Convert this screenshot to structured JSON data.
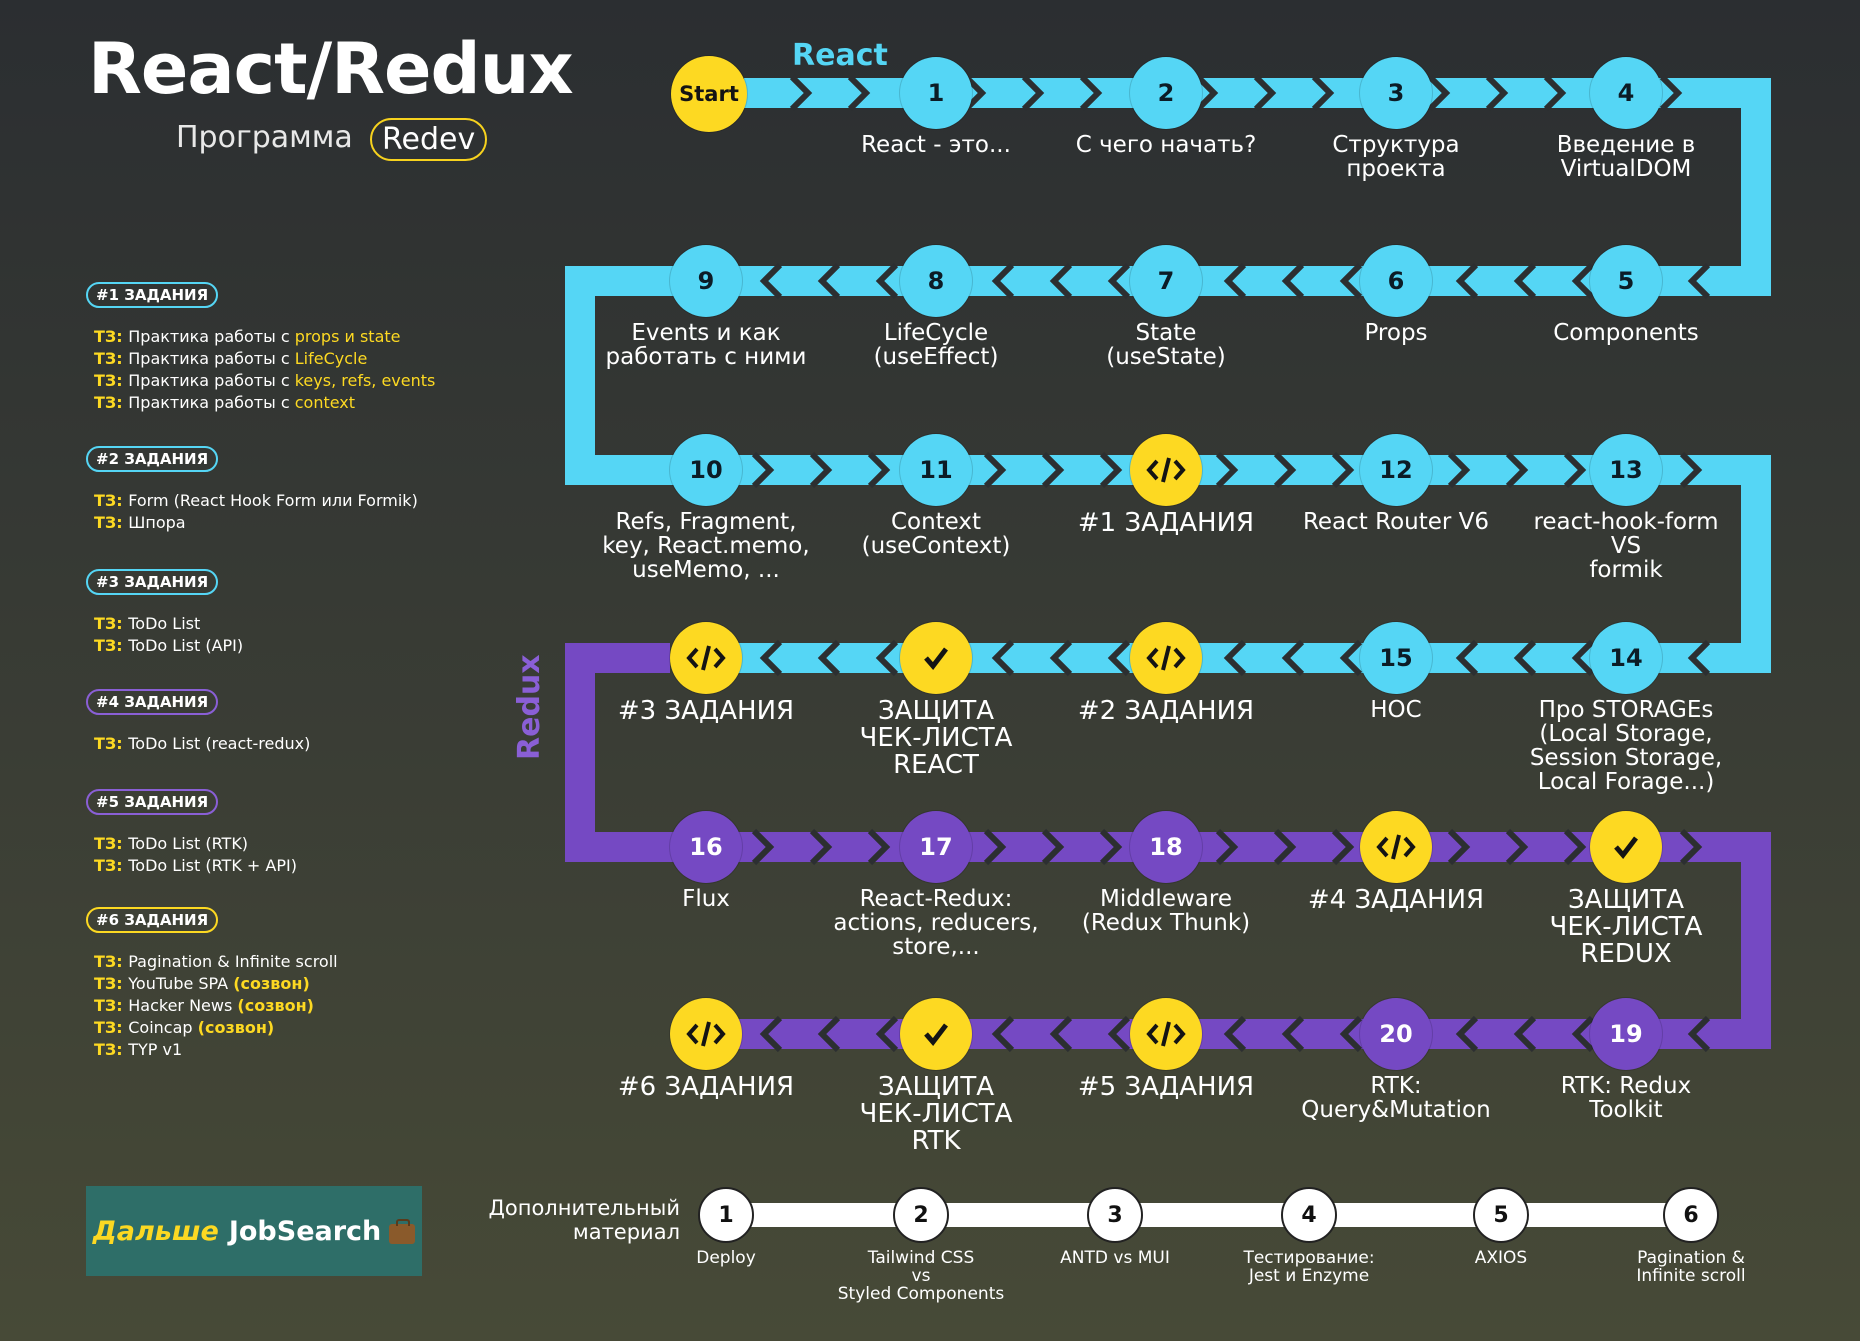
{
  "header": {
    "title": "React/Redux",
    "subtitle": "Программа",
    "brand": "Redev"
  },
  "sections": {
    "react_label": "React",
    "redux_label": "Redux"
  },
  "colors": {
    "react": "#55d6f5",
    "redux": "#7549c3",
    "accent": "#fdd922",
    "background": "#2e3133"
  },
  "start_label": "Start",
  "nodes": [
    {
      "id": "1",
      "label": "React - это...",
      "color": "cyan"
    },
    {
      "id": "2",
      "label": "С чего начать?",
      "color": "cyan"
    },
    {
      "id": "3",
      "label": "Структура\nпроекта",
      "color": "cyan"
    },
    {
      "id": "4",
      "label": "Введение в\nVirtualDOM",
      "color": "cyan"
    },
    {
      "id": "5",
      "label": "Components",
      "color": "cyan"
    },
    {
      "id": "6",
      "label": "Props",
      "color": "cyan"
    },
    {
      "id": "7",
      "label": "State\n(useState)",
      "color": "cyan"
    },
    {
      "id": "8",
      "label": "LifeCycle\n(useEffect)",
      "color": "cyan"
    },
    {
      "id": "9",
      "label": "Events и как\nработать с ними",
      "color": "cyan"
    },
    {
      "id": "10",
      "label": "Refs, Fragment,\nkey, React.memo,\nuseMemo, ...",
      "color": "cyan"
    },
    {
      "id": "11",
      "label": "Context\n(useContext)",
      "color": "cyan"
    },
    {
      "id": "code",
      "label": "#1 ЗАДАНИЯ",
      "color": "yellow",
      "icon": "code-icon"
    },
    {
      "id": "12",
      "label": "React Router V6",
      "color": "cyan"
    },
    {
      "id": "13",
      "label": "react-hook-form\nVS\nformik",
      "color": "cyan"
    },
    {
      "id": "14",
      "label": "Про STORAGEs\n(Local Storage,\nSession Storage,\nLocal Forage...)",
      "color": "cyan"
    },
    {
      "id": "15",
      "label": "HOC",
      "color": "cyan"
    },
    {
      "id": "code",
      "label": "#2 ЗАДАНИЯ",
      "color": "yellow",
      "icon": "code-icon"
    },
    {
      "id": "check",
      "label": "ЗАЩИТА\nЧЕК-ЛИСТА\nREACT",
      "color": "yellow",
      "icon": "check-icon"
    },
    {
      "id": "code",
      "label": "#3 ЗАДАНИЯ",
      "color": "yellow",
      "icon": "code-icon"
    },
    {
      "id": "16",
      "label": "Flux",
      "color": "purple"
    },
    {
      "id": "17",
      "label": "React-Redux:\nactions, reducers,\nstore,...",
      "color": "purple"
    },
    {
      "id": "18",
      "label": "Middleware\n(Redux Thunk)",
      "color": "purple"
    },
    {
      "id": "code",
      "label": "#4 ЗАДАНИЯ",
      "color": "yellow",
      "icon": "code-icon"
    },
    {
      "id": "check",
      "label": "ЗАЩИТА\nЧЕК-ЛИСТА\nREDUX",
      "color": "yellow",
      "icon": "check-icon"
    },
    {
      "id": "19",
      "label": "RTK: Redux\nToolkit",
      "color": "purple"
    },
    {
      "id": "20",
      "label": "RTK:\nQuery&Mutation",
      "color": "purple"
    },
    {
      "id": "code",
      "label": "#5 ЗАДАНИЯ",
      "color": "yellow",
      "icon": "code-icon"
    },
    {
      "id": "check",
      "label": "ЗАЩИТА\nЧЕК-ЛИСТА\nRTK",
      "color": "yellow",
      "icon": "check-icon"
    },
    {
      "id": "code",
      "label": "#6 ЗАДАНИЯ",
      "color": "yellow",
      "icon": "code-icon"
    }
  ],
  "legend": [
    {
      "tag": "#1 ЗАДАНИЯ",
      "color": "cyan",
      "items": [
        {
          "prefix": "ТЗ:",
          "text": "Практика работы с",
          "highlight": "props и state",
          "call": ""
        },
        {
          "prefix": "ТЗ:",
          "text": "Практика работы с",
          "highlight": "LifeCycle",
          "call": ""
        },
        {
          "prefix": "ТЗ:",
          "text": "Практика работы с",
          "highlight": "keys, refs, events",
          "call": ""
        },
        {
          "prefix": "ТЗ:",
          "text": "Практика работы с",
          "highlight": "context",
          "call": ""
        }
      ]
    },
    {
      "tag": "#2 ЗАДАНИЯ",
      "color": "cyan",
      "items": [
        {
          "prefix": "ТЗ:",
          "text": "Form (React Hook Form или Formik)",
          "highlight": "",
          "call": ""
        },
        {
          "prefix": "ТЗ:",
          "text": "Шпора",
          "highlight": "",
          "call": ""
        }
      ]
    },
    {
      "tag": "#3 ЗАДАНИЯ",
      "color": "cyan",
      "items": [
        {
          "prefix": "ТЗ:",
          "text": "ToDo List",
          "highlight": "",
          "call": ""
        },
        {
          "prefix": "ТЗ:",
          "text": "ToDo List (API)",
          "highlight": "",
          "call": ""
        }
      ]
    },
    {
      "tag": "#4 ЗАДАНИЯ",
      "color": "purple",
      "items": [
        {
          "prefix": "ТЗ:",
          "text": "ToDo List (react-redux)",
          "highlight": "",
          "call": ""
        }
      ]
    },
    {
      "tag": "#5 ЗАДАНИЯ",
      "color": "purple",
      "items": [
        {
          "prefix": "ТЗ:",
          "text": "ToDo List (RTK)",
          "highlight": "",
          "call": ""
        },
        {
          "prefix": "ТЗ:",
          "text": "ToDo List (RTK + API)",
          "highlight": "",
          "call": ""
        }
      ]
    },
    {
      "tag": "#6 ЗАДАНИЯ",
      "color": "yellow",
      "items": [
        {
          "prefix": "ТЗ:",
          "text": "Pagination & Infinite scroll",
          "highlight": "",
          "call": ""
        },
        {
          "prefix": "ТЗ:",
          "text": "YouTube SPA",
          "highlight": "",
          "call": "(созвон)"
        },
        {
          "prefix": "ТЗ:",
          "text": "Hacker News",
          "highlight": "",
          "call": "(созвон)"
        },
        {
          "prefix": "ТЗ:",
          "text": "Coincap",
          "highlight": "",
          "call": "(созвон)"
        },
        {
          "prefix": "ТЗ:",
          "text": "TYP v1",
          "highlight": "",
          "call": ""
        }
      ]
    }
  ],
  "next": {
    "word": "Дальше",
    "target": "JobSearch"
  },
  "extra": {
    "title": "Дополнительный\nматериал",
    "items": [
      {
        "num": "1",
        "label": "Deploy"
      },
      {
        "num": "2",
        "label": "Tailwind CSS\nvs\nStyled Components"
      },
      {
        "num": "3",
        "label": "ANTD vs MUI"
      },
      {
        "num": "4",
        "label": "Тестирование:\nJest и Enzyme"
      },
      {
        "num": "5",
        "label": "AXIOS"
      },
      {
        "num": "6",
        "label": "Pagination &\nInfinite scroll"
      }
    ]
  }
}
